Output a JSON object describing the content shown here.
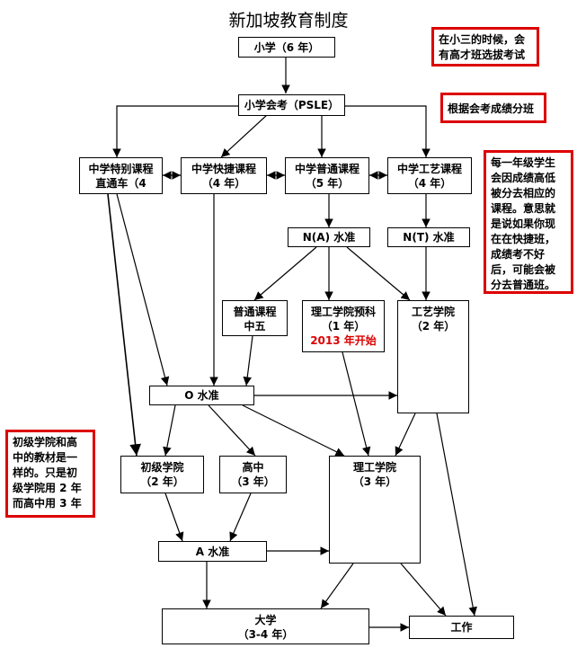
{
  "title": "新加坡教育制度",
  "nodes": {
    "primary": [
      "小学（6 年）"
    ],
    "psle": [
      "小学会考（PSLE）"
    ],
    "special": [
      "中学特别课程",
      "直通车（4"
    ],
    "express": [
      "中学快捷课程",
      "（4 年）"
    ],
    "normal": [
      "中学普通课程",
      "（5 年）"
    ],
    "technical": [
      "中学工艺课程",
      "（4 年）"
    ],
    "na": [
      "N(A) 水准"
    ],
    "nt": [
      "N(T) 水准"
    ],
    "sec5": [
      "普通课程",
      "中五"
    ],
    "polyfoundation": [
      "理工学院预科",
      "（1 年）"
    ],
    "polyfoundation_note": "2013 年开始",
    "ite": [
      "工艺学院",
      "（2 年）"
    ],
    "olevel": [
      "O 水准"
    ],
    "jc": [
      "初级学院",
      "（2 年）"
    ],
    "ci": [
      "高中",
      "（3 年）"
    ],
    "poly": [
      "理工学院",
      "（3 年）"
    ],
    "alevel": [
      "A 水准"
    ],
    "uni": [
      "大学",
      "（3-4 年）"
    ],
    "work": [
      "工作"
    ]
  },
  "notes": {
    "gifted": [
      "在小三的时候，会",
      "有高才班选拔考试"
    ],
    "streaming": [
      "根据会考成绩分班"
    ],
    "yearly": [
      "每一年级学生",
      "会因成绩高低",
      "被分去相应的",
      "课程。意思就",
      "是说如果你现",
      "在在快捷班，",
      "成绩考不好",
      "后，可能会被",
      "分去普通班。"
    ],
    "jc_vs_ci": [
      "初级学院和高",
      "中的教材是一",
      "样的。只是初",
      "级学院用 2 年",
      "而高中用 3 年"
    ]
  }
}
